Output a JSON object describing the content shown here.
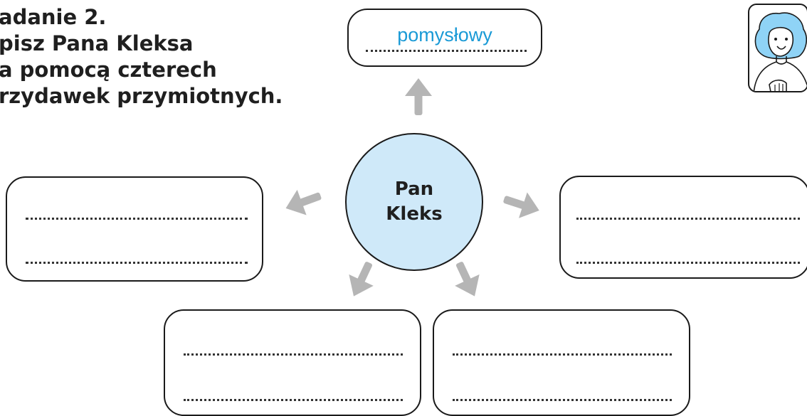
{
  "task": {
    "title_lines": [
      "adanie 2.",
      "pisz Pana Kleksa",
      "a pomocą czterech",
      "rzydawek przymiotnych."
    ]
  },
  "center": {
    "lines": [
      "Pan",
      "Kleks"
    ],
    "fill": "#cfe9f9"
  },
  "boxes": {
    "top": {
      "answer": "pomysłowy",
      "answer_color": "#1a9ad6"
    }
  },
  "arrow_color": "#b5b5b5",
  "icons": [
    "arrow-up-icon",
    "arrow-left-down-icon",
    "arrow-right-down-icon",
    "arrow-down-left-icon",
    "arrow-down-right-icon",
    "teacher-icon"
  ]
}
